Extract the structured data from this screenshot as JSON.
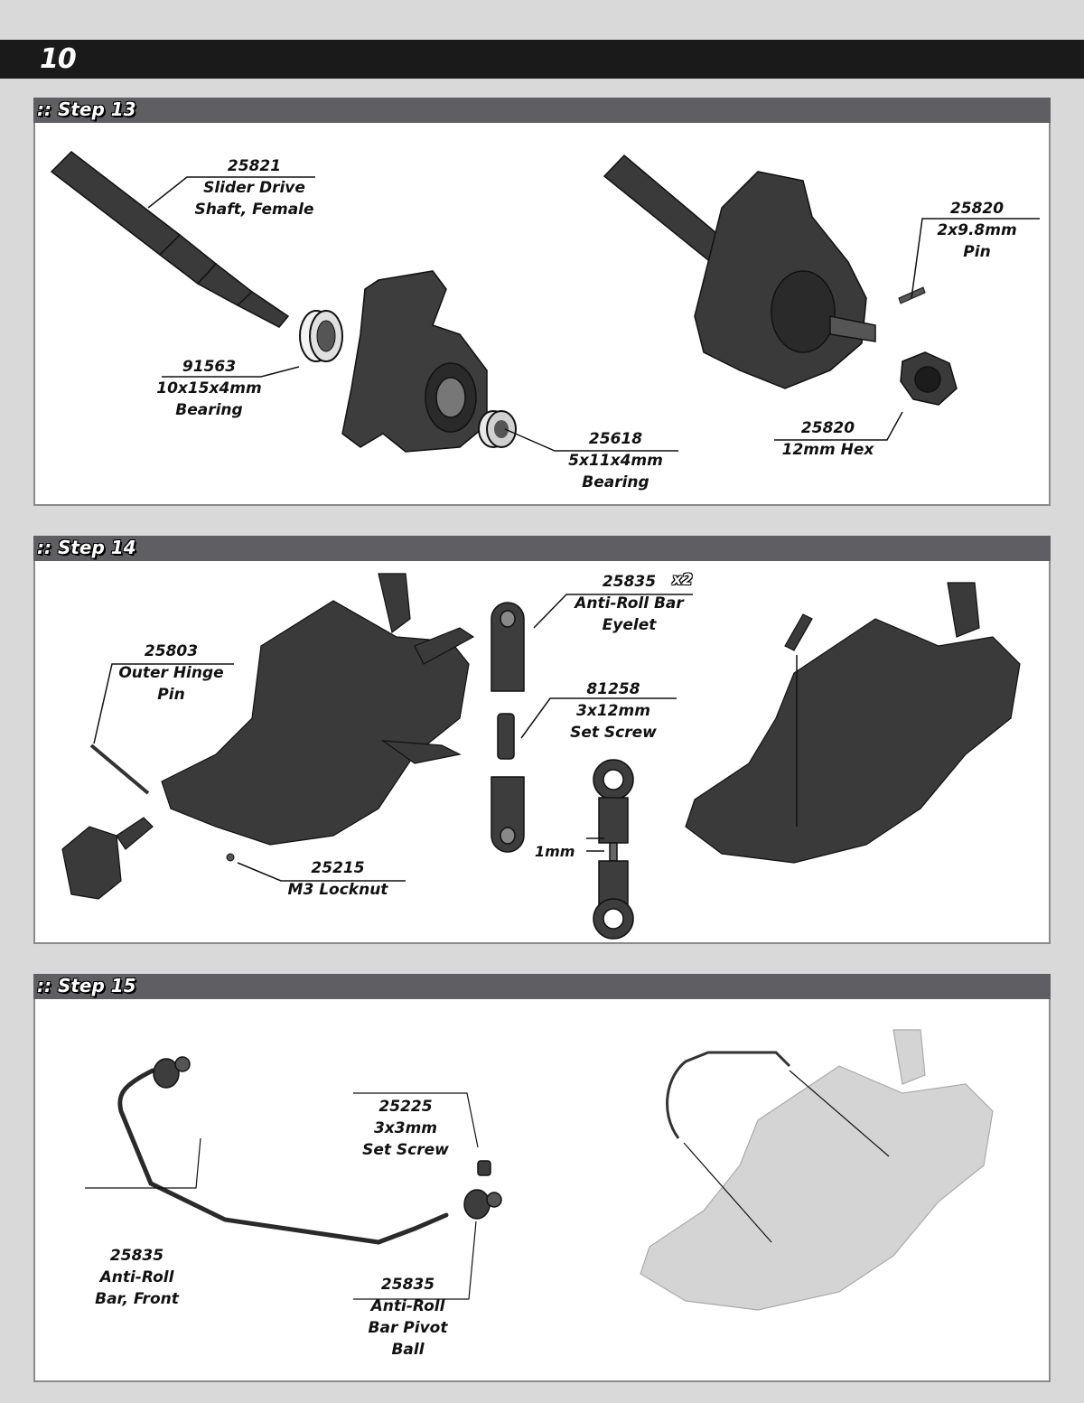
{
  "page_number": "10",
  "steps": [
    {
      "title": ":: Step 13",
      "callouts": [
        {
          "number": "25821",
          "lines": [
            "Slider Drive",
            "Shaft, Female"
          ]
        },
        {
          "number": "91563",
          "lines": [
            "10x15x4mm",
            "Bearing"
          ]
        },
        {
          "number": "25618",
          "lines": [
            "5x11x4mm",
            "Bearing"
          ]
        },
        {
          "number": "25820",
          "lines": [
            "2x9.8mm",
            "Pin"
          ]
        },
        {
          "number": "25820",
          "lines": [
            "12mm Hex"
          ]
        }
      ]
    },
    {
      "title": ":: Step 14",
      "callouts": [
        {
          "number": "25835",
          "qty": "x2",
          "lines": [
            "Anti-Roll Bar",
            "Eyelet"
          ]
        },
        {
          "number": "25803",
          "lines": [
            "Outer Hinge",
            "Pin"
          ]
        },
        {
          "number": "81258",
          "lines": [
            "3x12mm",
            "Set Screw"
          ]
        },
        {
          "number": "25215",
          "lines": [
            "M3 Locknut"
          ]
        }
      ],
      "dimension": "1mm"
    },
    {
      "title": ":: Step 15",
      "callouts": [
        {
          "number": "25225",
          "lines": [
            "3x3mm",
            "Set Screw"
          ]
        },
        {
          "number": "25835",
          "lines": [
            "Anti-Roll",
            "Bar, Front"
          ]
        },
        {
          "number": "25835",
          "lines": [
            "Anti-Roll",
            "Bar Pivot",
            "Ball"
          ]
        }
      ]
    }
  ]
}
